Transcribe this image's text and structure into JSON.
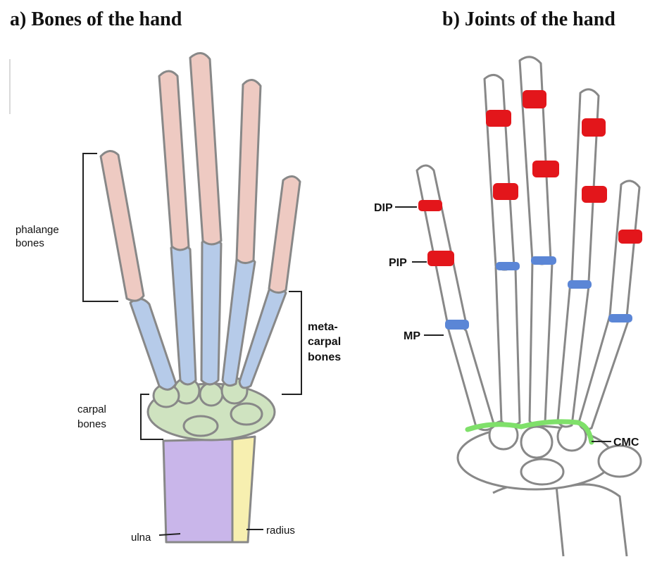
{
  "titles": {
    "a": "a)  Bones of the hand",
    "b": "b) Joints of the hand"
  },
  "panel_a": {
    "labels": {
      "phalange_1": "phalange",
      "phalange_2": "bones",
      "meta_1": "meta-",
      "meta_2": "carpal",
      "meta_3": "bones",
      "carpal_1": "carpal",
      "carpal_2": "bones",
      "ulna": "ulna",
      "radius": "radius"
    }
  },
  "panel_b": {
    "labels": {
      "dip": "DIP",
      "pip": "PIP",
      "mp": "MP",
      "cmc": "CMC"
    }
  },
  "colors": {
    "phalange": "#eecac2",
    "metacarpal": "#b6cbe9",
    "carpal": "#cfe3c0",
    "ulna": "#c9b6ea",
    "radius": "#f7efb0",
    "joint_red": "#e3161b",
    "joint_blue": "#5b86d6",
    "joint_green": "#7fe06a",
    "outline": "#888888"
  }
}
